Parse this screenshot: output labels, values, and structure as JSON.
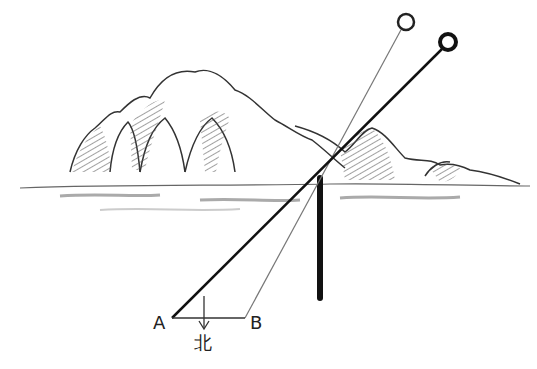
{
  "diagram": {
    "labels": [
      "A",
      "B",
      "北"
    ]
  }
}
